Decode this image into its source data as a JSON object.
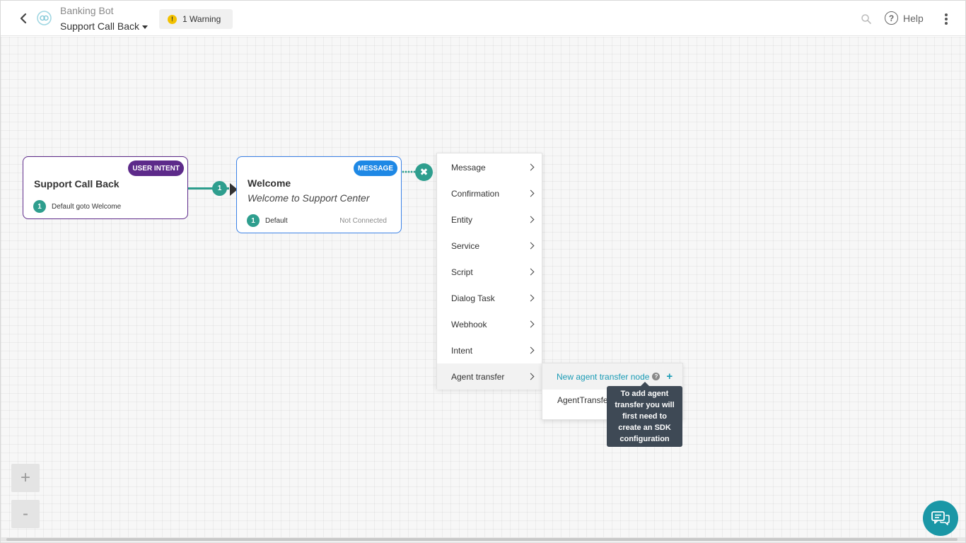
{
  "header": {
    "bot_name": "Banking Bot",
    "task_name": "Support Call Back",
    "warning_label": "1 Warning",
    "warning_icon": "!",
    "help_label": "Help",
    "help_icon": "?"
  },
  "nodes": {
    "intent": {
      "badge": "USER INTENT",
      "title": "Support Call Back",
      "connection_number": "1",
      "connection_label": "Default goto Welcome"
    },
    "message": {
      "badge": "MESSAGE",
      "title": "Welcome",
      "subtitle": "Welcome to Support Center",
      "connection_number": "1",
      "connection_label": "Default",
      "status": "Not Connected"
    },
    "connector_number": "1",
    "close_symbol": "✖"
  },
  "menu": {
    "items": [
      {
        "label": "Message"
      },
      {
        "label": "Confirmation"
      },
      {
        "label": "Entity"
      },
      {
        "label": "Service"
      },
      {
        "label": "Script"
      },
      {
        "label": "Dialog Task"
      },
      {
        "label": "Webhook"
      },
      {
        "label": "Intent"
      },
      {
        "label": "Agent transfer"
      }
    ],
    "active_item": "Agent transfer"
  },
  "submenu": {
    "new_label": "New agent transfer node",
    "help_icon": "?",
    "plus": "+",
    "existing_item": "AgentTransfe"
  },
  "tooltip": {
    "text": "To add agent transfer you will first need to create an SDK configuration"
  },
  "zoom": {
    "in_label": "+",
    "out_label": "-"
  },
  "colors": {
    "teal": "#2e9e8e",
    "purple": "#5d2a8a",
    "blue": "#1e88e5",
    "link": "#1a9bb5",
    "warning": "#f2c100"
  }
}
